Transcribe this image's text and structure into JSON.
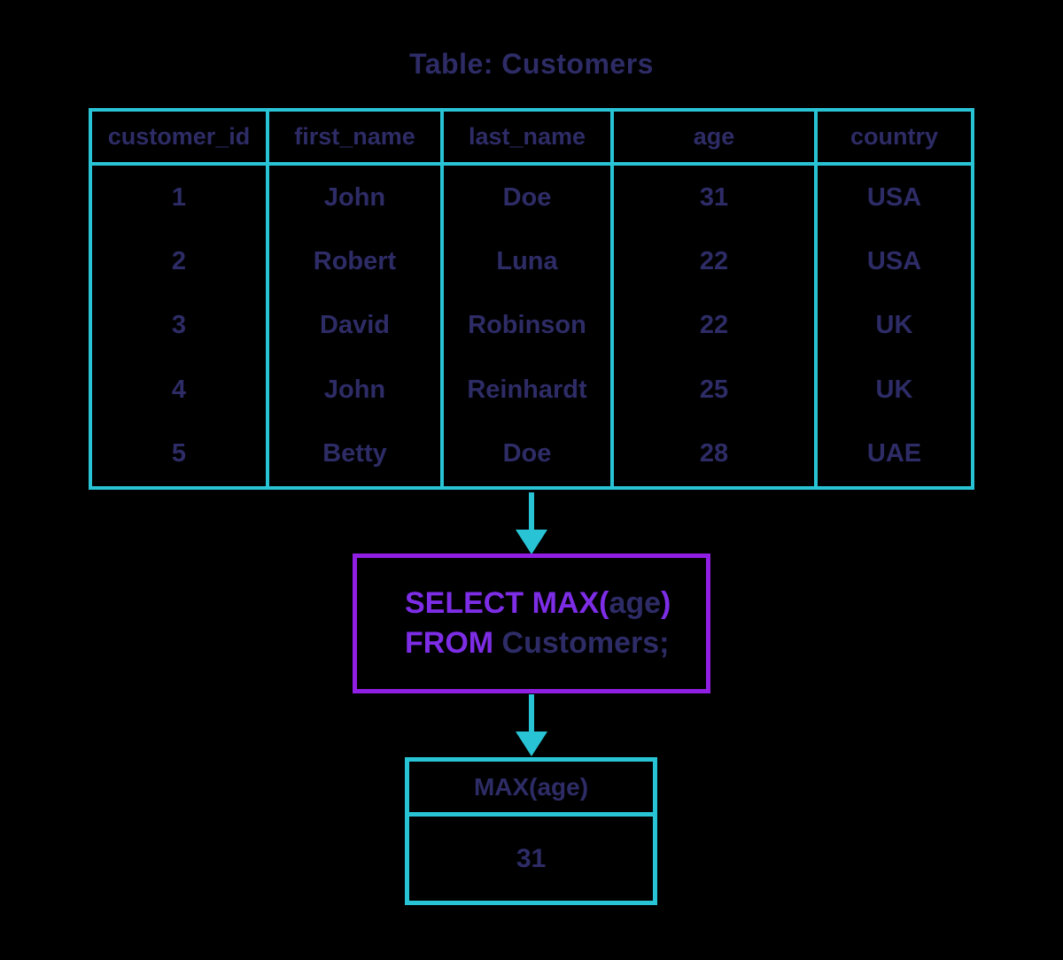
{
  "title": "Table: Customers",
  "colors": {
    "background": "#000000",
    "accent_cyan": "#29c3d6",
    "purple_border": "#901fe3",
    "purple_keyword": "#7d2de6",
    "navy_text": "#2e2c66"
  },
  "customers_table": {
    "columns": [
      "customer_id",
      "first_name",
      "last_name",
      "age",
      "country"
    ],
    "rows": [
      [
        "1",
        "John",
        "Doe",
        "31",
        "USA"
      ],
      [
        "2",
        "Robert",
        "Luna",
        "22",
        "USA"
      ],
      [
        "3",
        "David",
        "Robinson",
        "22",
        "UK"
      ],
      [
        "4",
        "John",
        "Reinhardt",
        "25",
        "UK"
      ],
      [
        "5",
        "Betty",
        "Doe",
        "28",
        "UAE"
      ]
    ]
  },
  "query": {
    "line1": [
      {
        "text": "SELECT MAX(",
        "style": "keyword"
      },
      {
        "text": "age",
        "style": "plain"
      },
      {
        "text": ")",
        "style": "keyword"
      }
    ],
    "line2": [
      {
        "text": "FROM",
        "style": "keyword"
      },
      {
        "text": " Customers;",
        "style": "plain"
      }
    ]
  },
  "result_table": {
    "header": "MAX(age)",
    "value": "31"
  }
}
